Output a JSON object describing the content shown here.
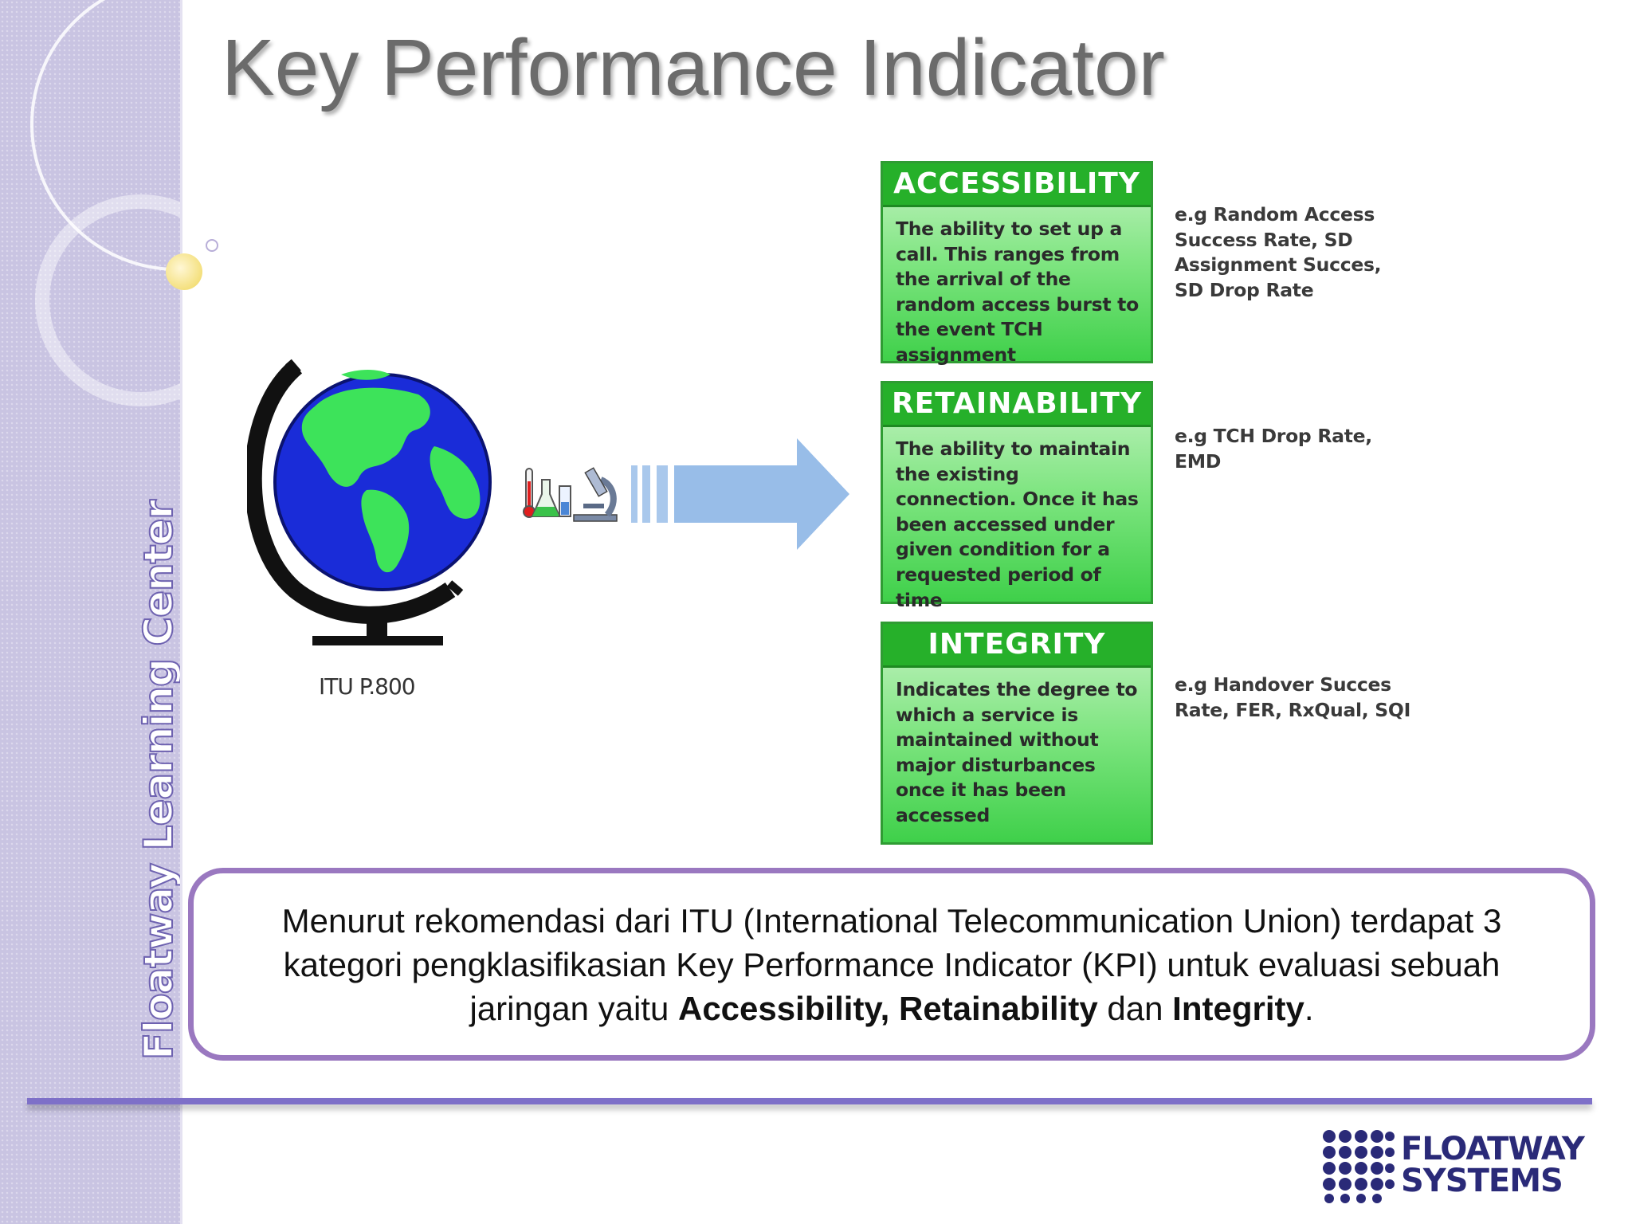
{
  "slide": {
    "title": "Key Performance Indicator",
    "sidebar_brand": "Floatway Learning Center",
    "globe_caption": "ITU P.800",
    "kpi_categories": [
      {
        "name": "ACCESSIBILITY",
        "description": "The ability to set up a call. This ranges from the arrival of the random access burst to the event TCH assignment",
        "examples": "e.g Random Access Success Rate, SD Assignment Succes, SD Drop Rate"
      },
      {
        "name": "RETAINABILITY",
        "description": "The ability to maintain the existing connection. Once it has been accessed under given condition for a requested period of time",
        "examples": "e.g TCH Drop Rate, EMD"
      },
      {
        "name": "INTEGRITY",
        "description": "Indicates the degree to which a service is maintained without major disturbances once it has been accessed",
        "examples": "e.g Handover Succes Rate, FER, RxQual, SQI"
      }
    ],
    "summary": {
      "part1": "Menurut rekomendasi dari ITU (International Telecommunication Union) terdapat 3 kategori pengklasifikasian Key Performance Indicator (KPI) untuk evaluasi sebuah jaringan yaitu ",
      "bold1": "Accessibility, Retainability",
      "part2": " dan ",
      "bold2": "Integrity",
      "part3": "."
    },
    "logo": {
      "line1": "FLOATWAY",
      "line2": "SYSTEMS"
    }
  },
  "colors": {
    "sidebar": "#c9c4e2",
    "card_green": "#26b02a",
    "summary_border": "#9a78c0",
    "footer_rule": "#7e70c8",
    "logo_navy": "#2a2a78"
  },
  "icons": [
    "globe-icon",
    "thermometer-icon",
    "flask-icon",
    "microscope-icon",
    "right-arrow-icon",
    "logo-dots-icon"
  ]
}
